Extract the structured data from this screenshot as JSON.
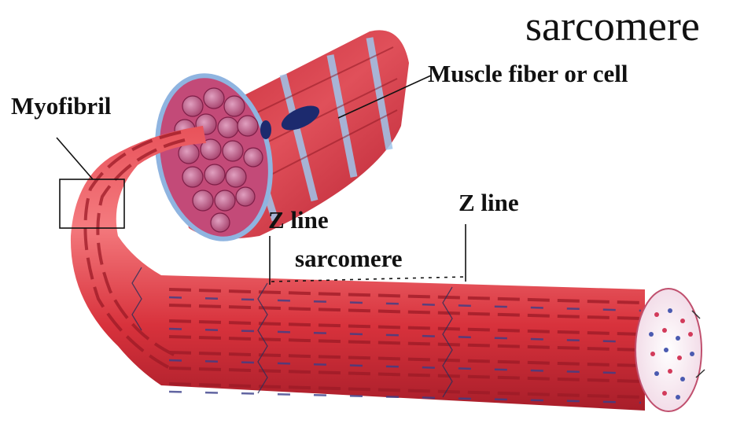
{
  "title": "sarcomere",
  "labels": {
    "muscle_fiber": "Muscle fiber or cell",
    "myofibril": "Myofibril",
    "z_line_left": "Z line",
    "z_line_right": "Z line",
    "sarcomere": "sarcomere"
  },
  "colors": {
    "muscle_red": "#d8323c",
    "muscle_light": "#f26a6e",
    "muscle_dark": "#9c1a26",
    "sheath_blue": "#8fb4e0",
    "nucleus_blue": "#1c2a6e",
    "fibril_pink": "#b8486e",
    "line_black": "#111111"
  }
}
